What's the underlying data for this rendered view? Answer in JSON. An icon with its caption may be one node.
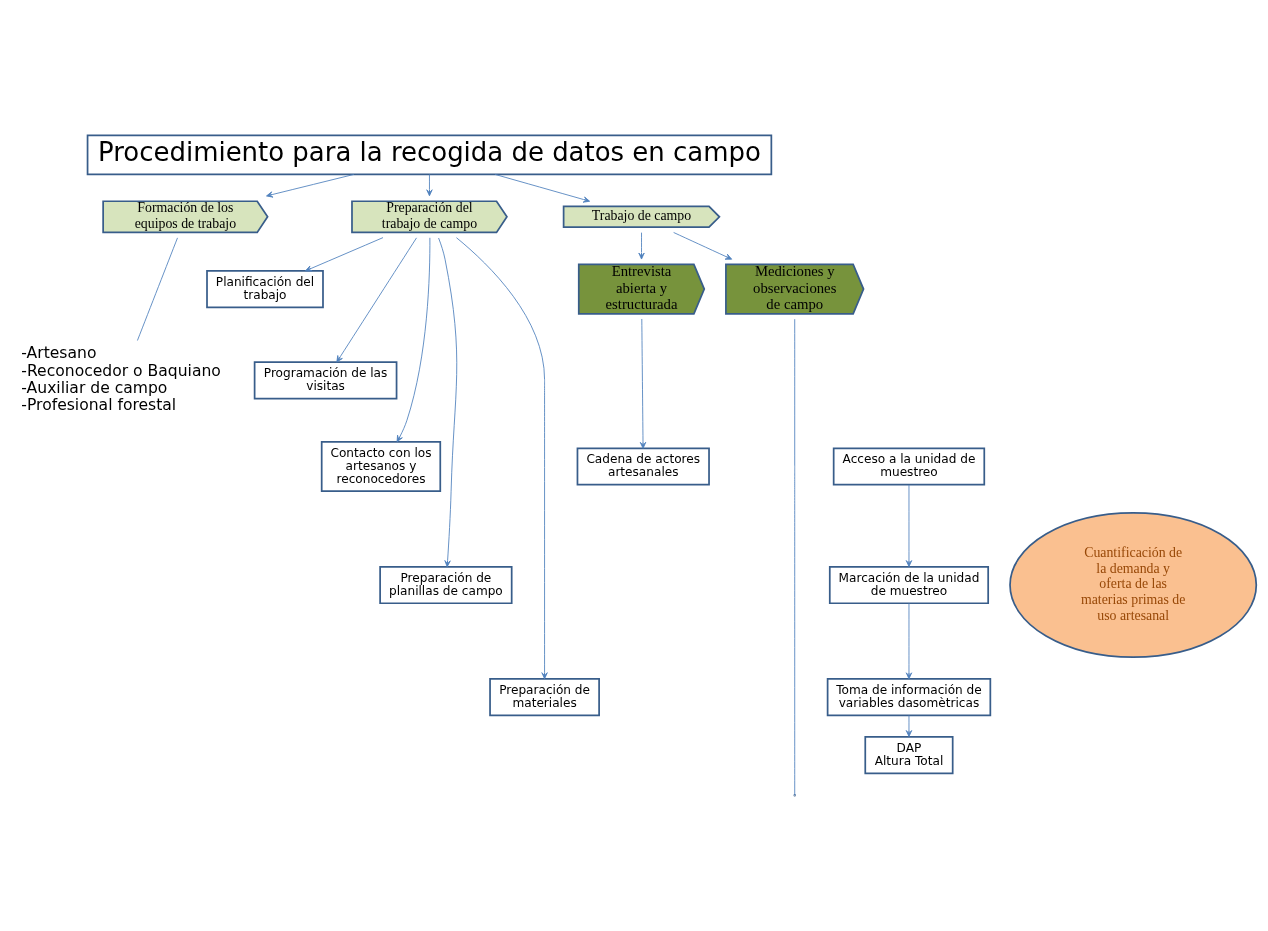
{
  "diagram": {
    "nodes": [
      {
        "text": [
          "Procedimiento para la recogida de datos en campo"
        ]
      },
      {
        "text": [
          "Formación de los equipos de trabajo"
        ]
      },
      {
        "text": [
          "Preparación del trabajo de campo"
        ]
      },
      {
        "text": [
          "Trabajo de campo"
        ]
      },
      {
        "text": [
          "-Artesano",
          "-Reconocedor o Baquiano",
          "-Auxiliar de campo",
          "-Profesional forestal"
        ]
      },
      {
        "text": [
          "Planificación del trabajo"
        ]
      },
      {
        "text": [
          "Programación de las visitas"
        ]
      },
      {
        "text": [
          "Contacto con los artesanos y reconocedores"
        ]
      },
      {
        "text": [
          "Preparación de planillas de campo"
        ]
      },
      {
        "text": [
          "Preparación de materiales"
        ]
      },
      {
        "text": [
          "Entrevista abierta y estructurada"
        ]
      },
      {
        "text": [
          "Mediciones y observaciones de campo"
        ]
      },
      {
        "text": [
          "Cadena de actores artesanales"
        ]
      },
      {
        "text": [
          "Acceso a la unidad de muestreo"
        ]
      },
      {
        "text": [
          "Marcación de la unidad de muestreo"
        ]
      },
      {
        "text": [
          "Toma de información de variables dasomètricas"
        ]
      },
      {
        "text": [
          "DAP",
          "Altura Total"
        ]
      },
      {
        "text": [
          "Cuantificación de la demanda y oferta de las materias primas de uso artesanal"
        ]
      }
    ],
    "edges": [
      {
        "from": 0,
        "to": 1,
        "arrow": "to"
      },
      {
        "from": 0,
        "to": 2,
        "arrow": "to"
      },
      {
        "from": 0,
        "to": 3,
        "arrow": "to"
      },
      {
        "from": 1,
        "to": 4,
        "arrow": "none"
      },
      {
        "from": 2,
        "to": 5,
        "arrow": "to"
      },
      {
        "from": 2,
        "to": 6,
        "arrow": "to"
      },
      {
        "from": 2,
        "to": 7,
        "arrow": "to"
      },
      {
        "from": 2,
        "to": 8,
        "arrow": "to"
      },
      {
        "from": 2,
        "to": 9,
        "arrow": "to"
      },
      {
        "from": 3,
        "to": 10,
        "arrow": "to"
      },
      {
        "from": 3,
        "to": 11,
        "arrow": "to"
      },
      {
        "from": 10,
        "to": 12,
        "arrow": "to"
      },
      {
        "from": 13,
        "to": 14,
        "arrow": "to"
      },
      {
        "from": 14,
        "to": 15,
        "arrow": "to"
      },
      {
        "from": 15,
        "to": 16,
        "arrow": "to"
      },
      {
        "from": 11,
        "to": null,
        "arrow": "none"
      }
    ]
  }
}
